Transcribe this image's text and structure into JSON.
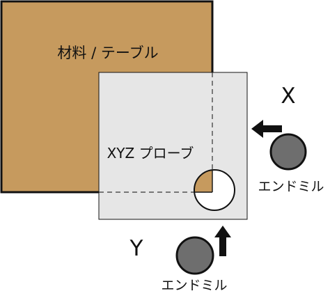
{
  "labels": {
    "material_table": "材料 / テーブル",
    "xyz_probe": "XYZ プローブ",
    "axis_x": "X",
    "axis_y": "Y",
    "end_mill_right": "エンドミル",
    "end_mill_bottom": "エンドミル"
  },
  "colors": {
    "material": "#C69A5E",
    "probe_plate": "#E6E6E6",
    "end_mill": "#6E6E6E",
    "outline": "#111111",
    "guide_dash": "#333333",
    "hole": "#FFFFFF"
  },
  "icons": {
    "arrow_right_side": "arrow-left",
    "arrow_bottom_side": "arrow-up"
  }
}
